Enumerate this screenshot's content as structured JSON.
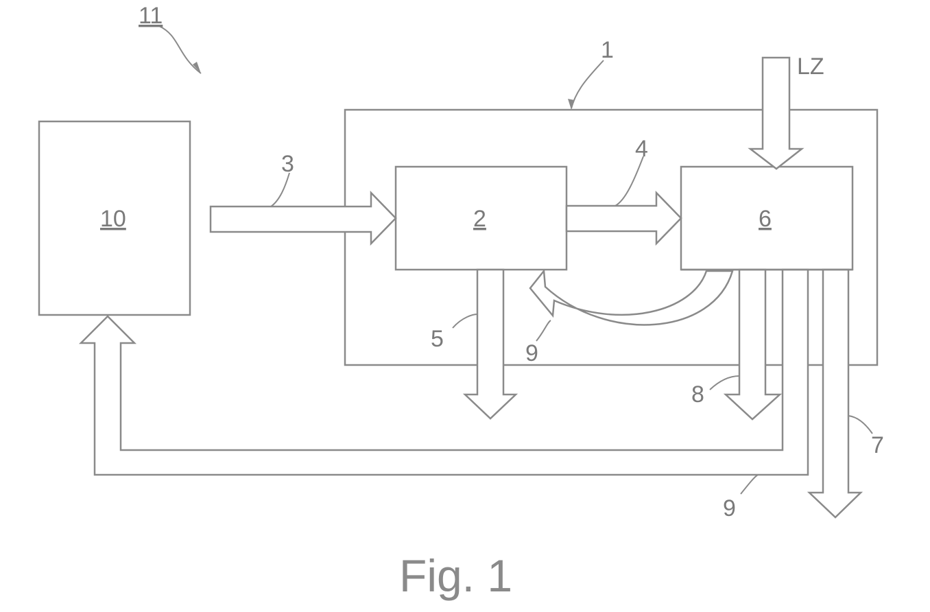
{
  "figure": {
    "caption": "Fig. 1"
  },
  "labels": {
    "system": "11",
    "unit": "1",
    "block_10": "10",
    "block_2": "2",
    "block_6": "6",
    "flow_3": "3",
    "flow_4": "4",
    "flow_5": "5",
    "flow_9_inner": "9",
    "flow_9_return": "9",
    "flow_8": "8",
    "flow_7": "7",
    "input_lz": "LZ"
  }
}
